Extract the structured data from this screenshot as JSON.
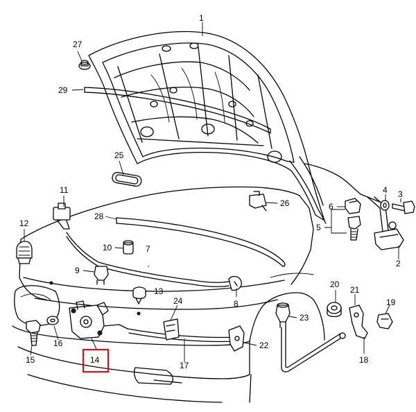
{
  "callouts": [
    {
      "id": "c1",
      "label": "1"
    },
    {
      "id": "c2",
      "label": "2"
    },
    {
      "id": "c3",
      "label": "3"
    },
    {
      "id": "c4",
      "label": "4"
    },
    {
      "id": "c5",
      "label": "5"
    },
    {
      "id": "c6",
      "label": "6"
    },
    {
      "id": "c7",
      "label": "7"
    },
    {
      "id": "c8",
      "label": "8"
    },
    {
      "id": "c9",
      "label": "9"
    },
    {
      "id": "c10",
      "label": "10"
    },
    {
      "id": "c11",
      "label": "11"
    },
    {
      "id": "c12",
      "label": "12"
    },
    {
      "id": "c13",
      "label": "13"
    },
    {
      "id": "c14",
      "label": "14",
      "highlighted": true
    },
    {
      "id": "c15",
      "label": "15"
    },
    {
      "id": "c16",
      "label": "16"
    },
    {
      "id": "c17",
      "label": "17"
    },
    {
      "id": "c18",
      "label": "18"
    },
    {
      "id": "c19",
      "label": "19"
    },
    {
      "id": "c20",
      "label": "20"
    },
    {
      "id": "c21",
      "label": "21"
    },
    {
      "id": "c22",
      "label": "22"
    },
    {
      "id": "c23",
      "label": "23"
    },
    {
      "id": "c24",
      "label": "24"
    },
    {
      "id": "c25",
      "label": "25"
    },
    {
      "id": "c26",
      "label": "26"
    },
    {
      "id": "c27",
      "label": "27"
    },
    {
      "id": "c28",
      "label": "28"
    },
    {
      "id": "c29",
      "label": "29"
    }
  ],
  "highlight_color": "#e0101a"
}
